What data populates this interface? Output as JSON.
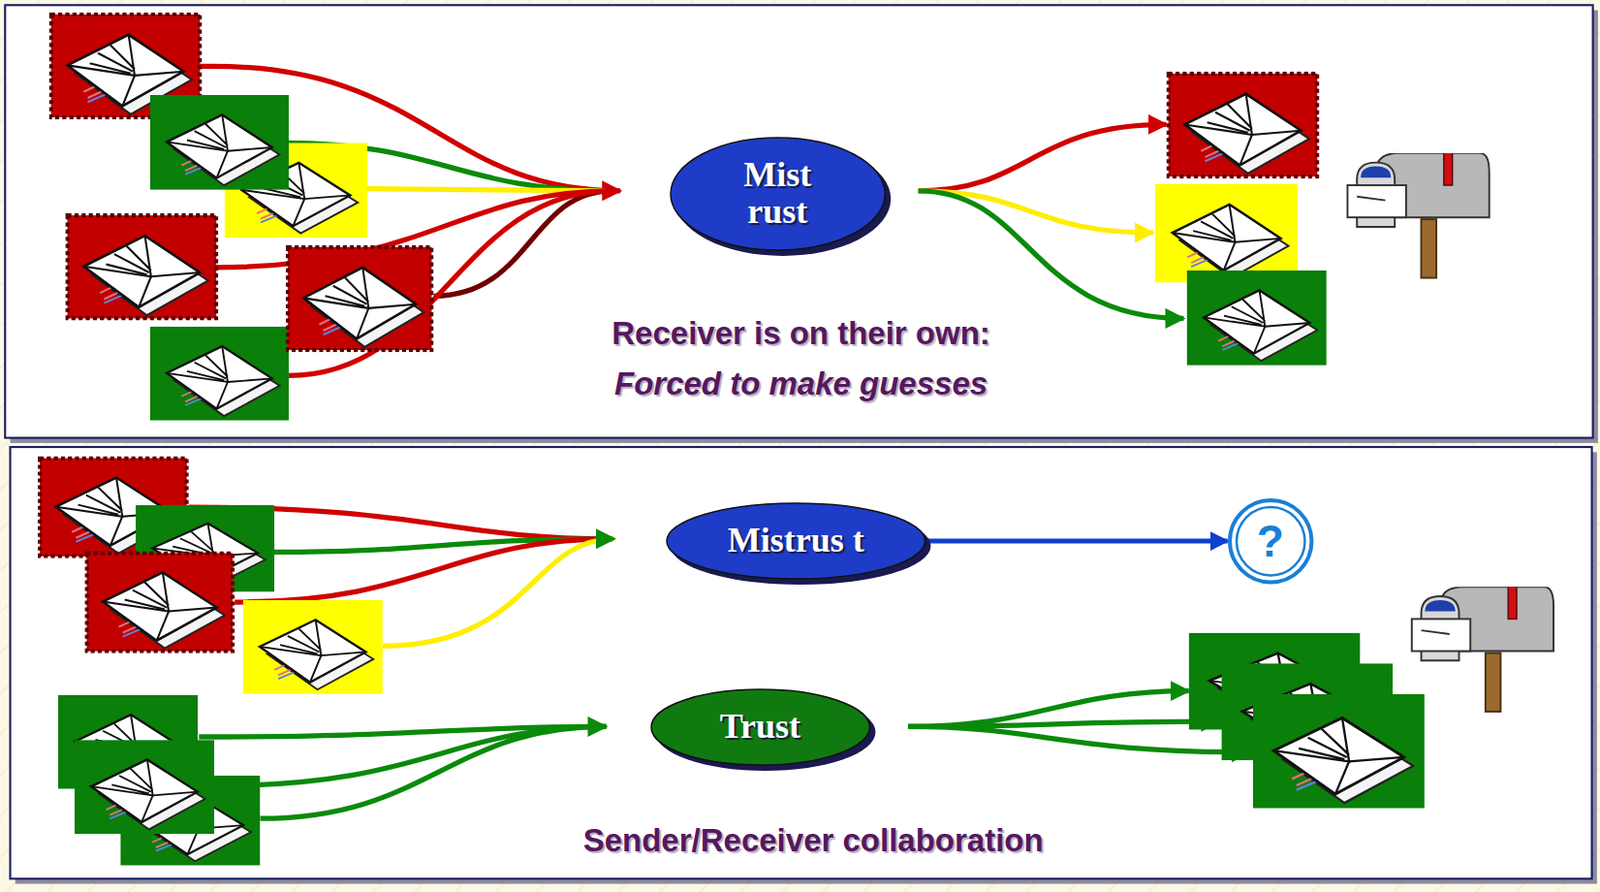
{
  "diagram": {
    "nodes": [
      {
        "text": [
          "Mist rust"
        ]
      },
      {
        "text": [
          "Mistrus t"
        ]
      },
      {
        "text": [
          "?"
        ]
      },
      {
        "text": [
          "Trust"
        ]
      }
    ],
    "edges": [
      {
        "from": 1,
        "to": 2,
        "arrow": "to"
      }
    ],
    "labels": [
      "Receiver is on their own:",
      "Forced to make guesses",
      "Sender/Receiver collaboration"
    ]
  }
}
